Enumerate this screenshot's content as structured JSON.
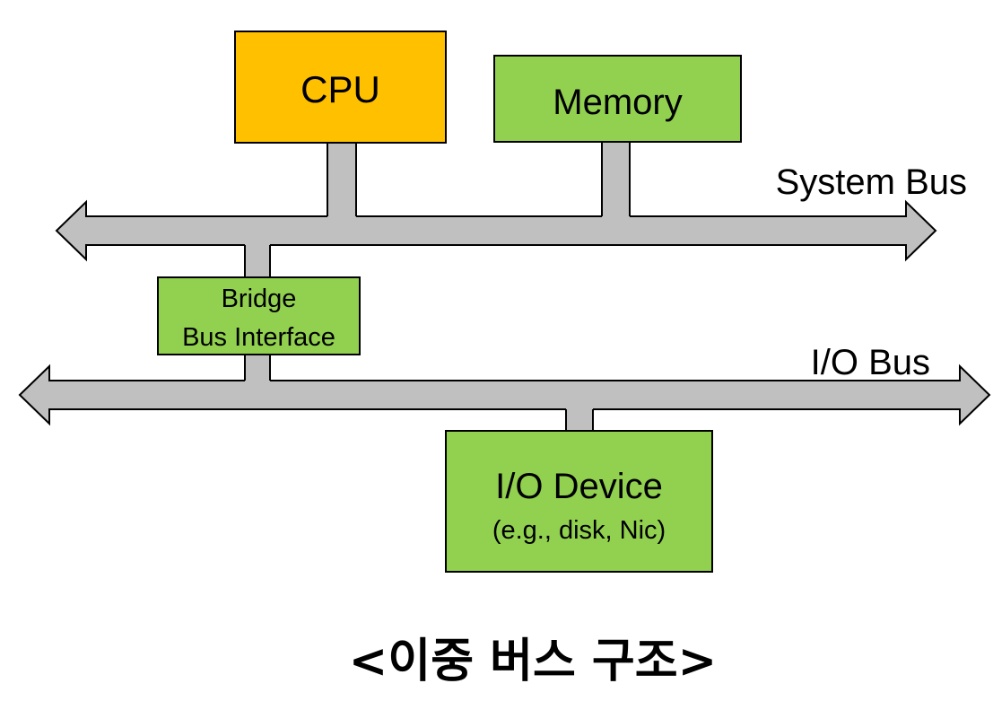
{
  "caption": "<이중 버스 구조>",
  "components": {
    "cpu": {
      "label": "CPU",
      "fill": "#FFC000"
    },
    "memory": {
      "label": "Memory",
      "fill": "#92D050"
    },
    "bridge": {
      "label_line1": "Bridge",
      "label_line2": "Bus Interface",
      "fill": "#92D050"
    },
    "io_device": {
      "label_line1": "I/O Device",
      "label_line2": "(e.g., disk, Nic)",
      "fill": "#92D050"
    }
  },
  "buses": {
    "system_bus": {
      "label": "System Bus",
      "fill": "#C0C0C0"
    },
    "io_bus": {
      "label": "I/O Bus",
      "fill": "#C0C0C0"
    }
  },
  "colors": {
    "outline": "#000000",
    "connector": "#C0C0C0"
  }
}
